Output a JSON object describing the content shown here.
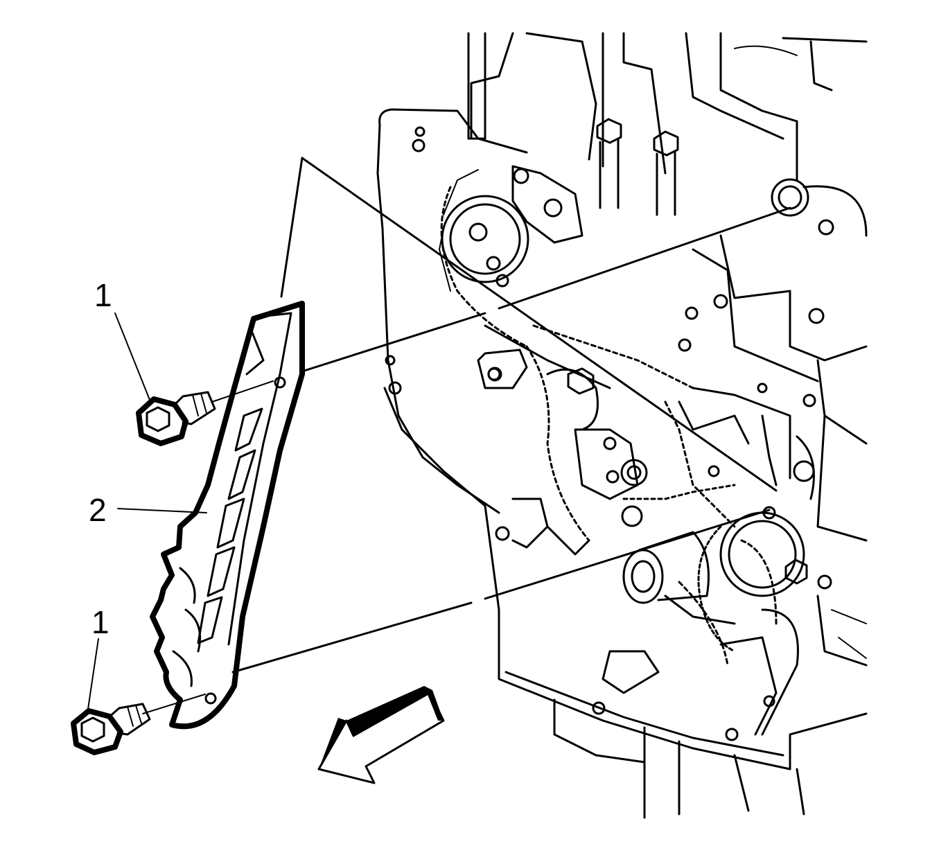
{
  "callouts": [
    {
      "label": "1"
    },
    {
      "label": "2"
    },
    {
      "label": "1"
    }
  ],
  "colors": {
    "line": "#000000",
    "background": "#ffffff"
  }
}
